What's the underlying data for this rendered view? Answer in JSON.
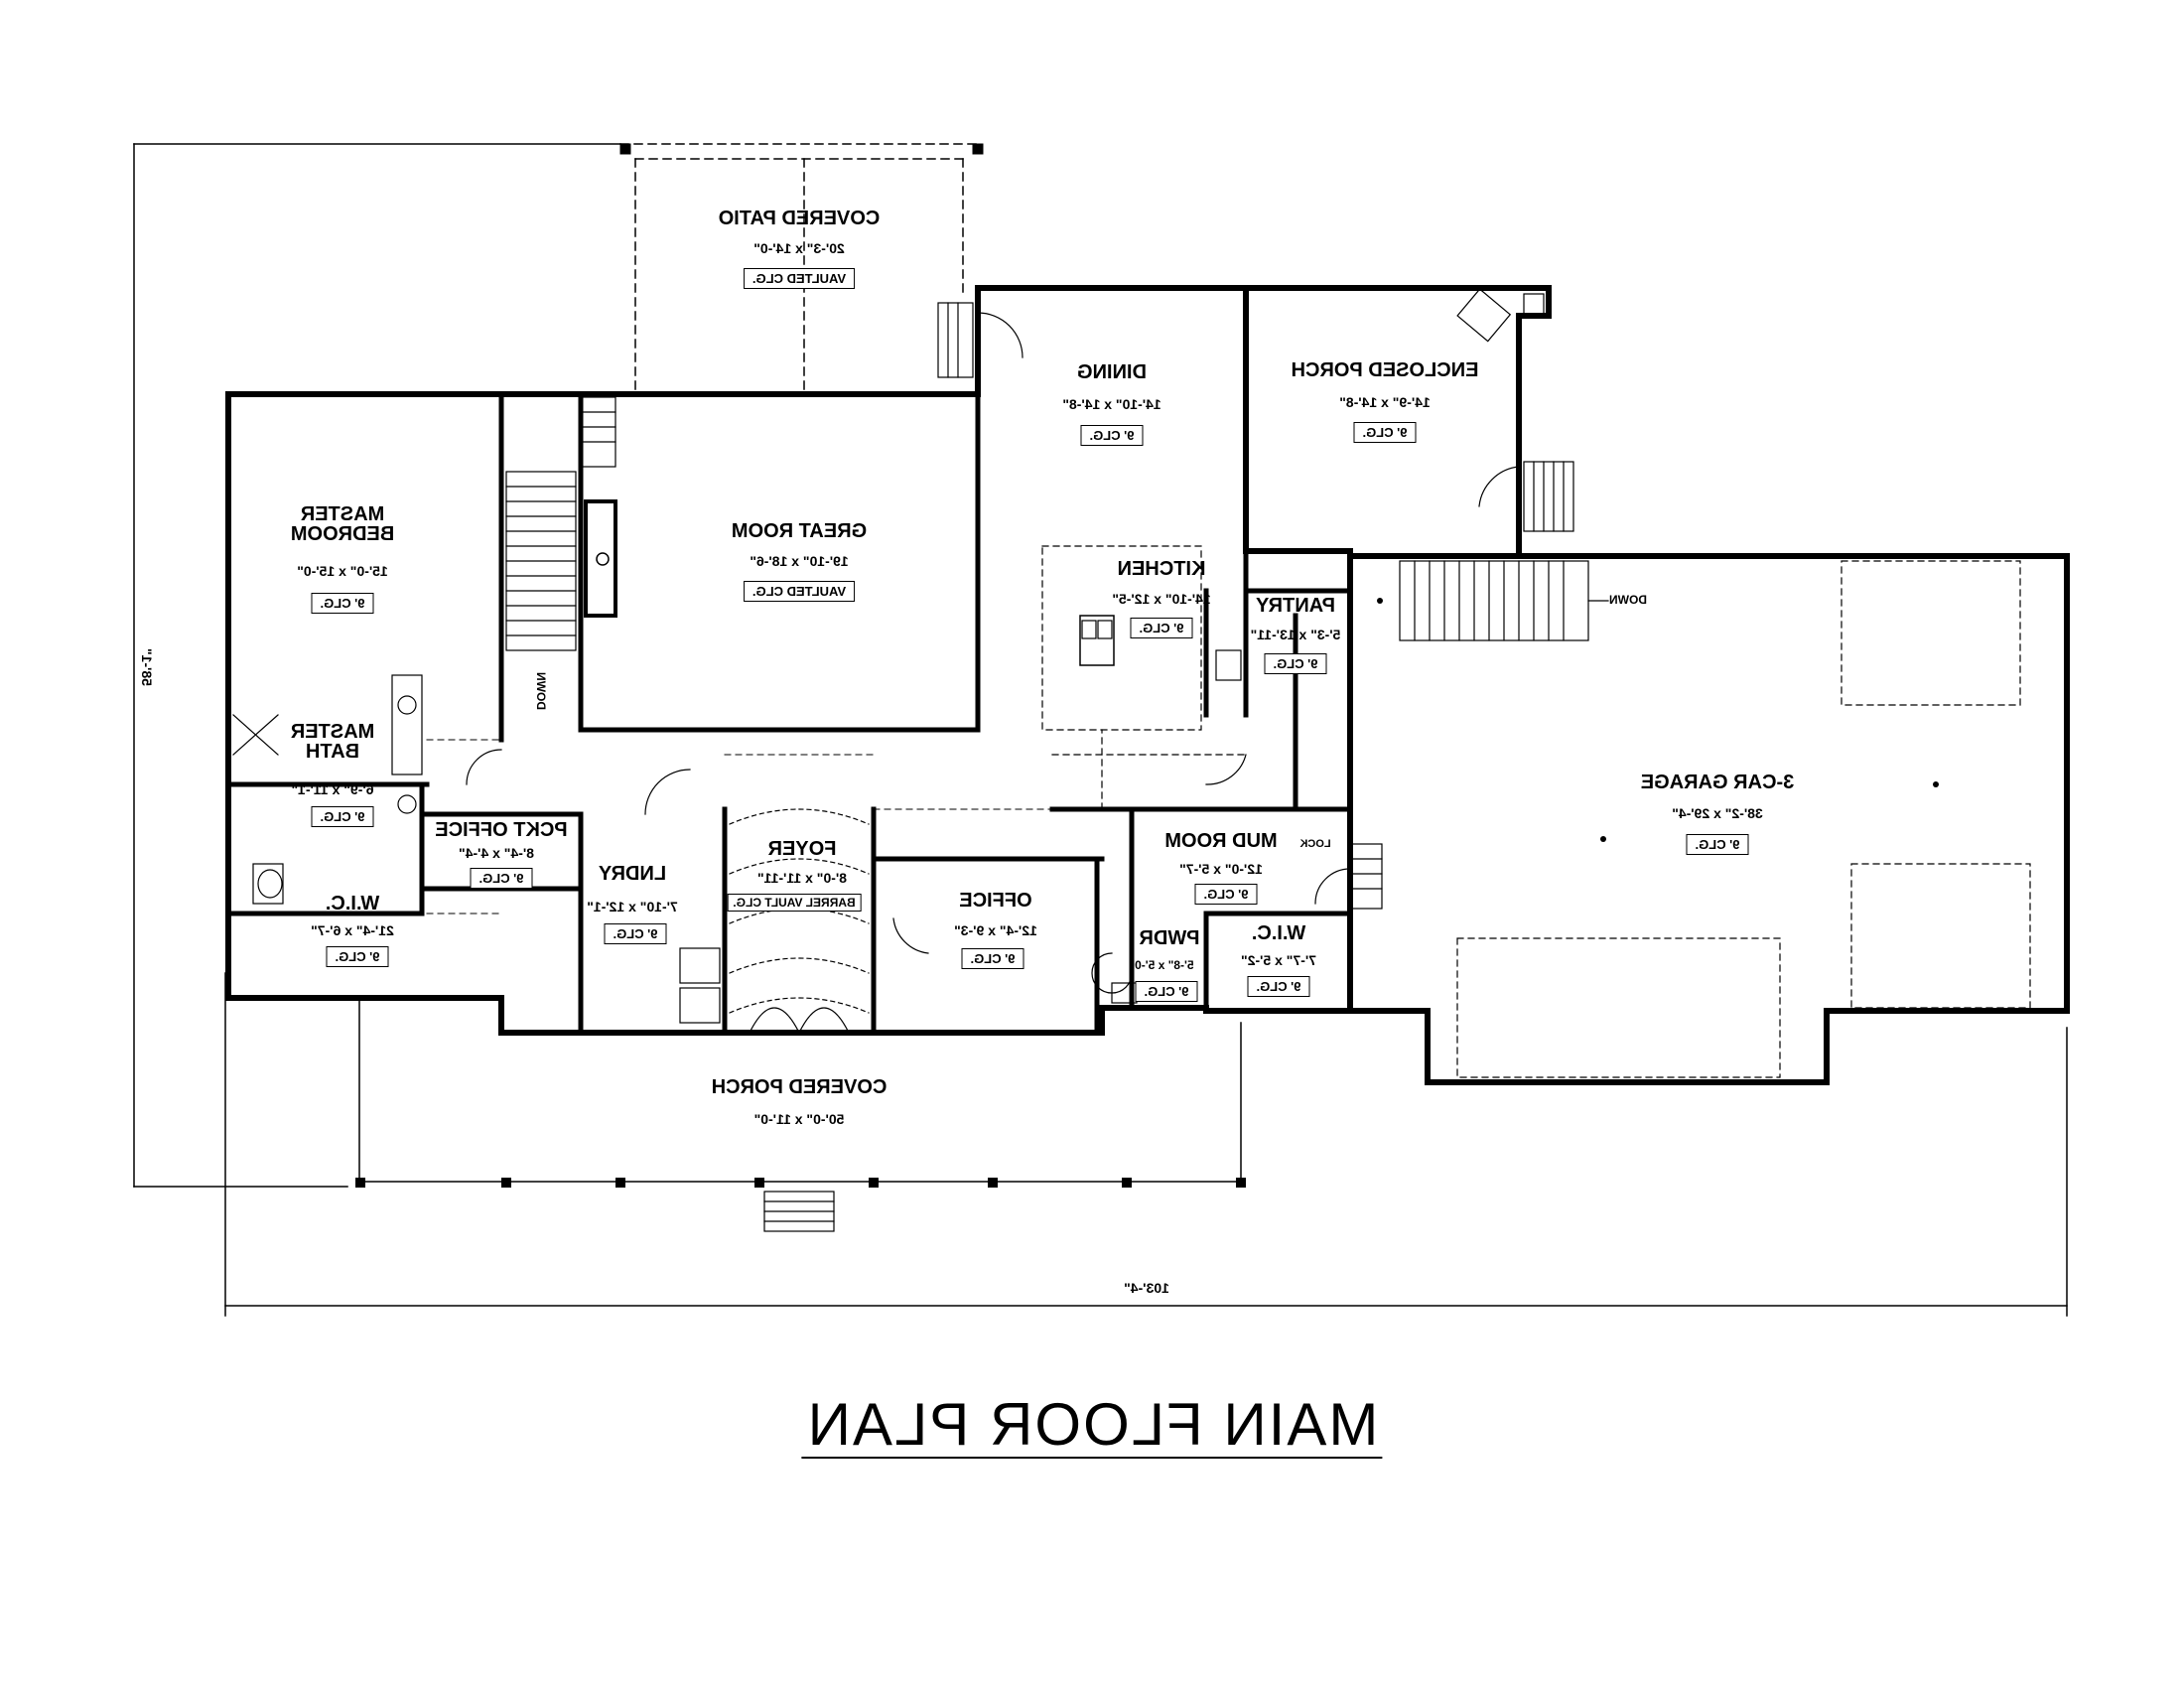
{
  "title": "MAIN FLOOR PLAN",
  "dimensions": {
    "overall_width": "103'-4\"",
    "overall_depth": "58'-1\""
  },
  "rooms": {
    "covered_patio": {
      "name": "COVERED PATIO",
      "size": "20'-3\" x 14'-0\"",
      "ceiling": "VAULTED CLG."
    },
    "dining": {
      "name": "DINING",
      "size": "14'-10\" x 14'-8\"",
      "ceiling": "9' CLG."
    },
    "enclosed_porch": {
      "name": "ENCLOSED PORCH",
      "size": "14'-9\" x 14'-8\"",
      "ceiling": "9' CLG."
    },
    "master_bedroom": {
      "name": "MASTER BEDROOM",
      "size": "15'-0\" x 15'-0\"",
      "ceiling": "9' CLG."
    },
    "great_room": {
      "name": "GREAT ROOM",
      "size": "19'-10\" x 18'-6\"",
      "ceiling": "VAULTED CLG."
    },
    "kitchen": {
      "name": "KITCHEN",
      "size": "14'-10\" x 12'-5\"",
      "ceiling": "9' CLG."
    },
    "pantry": {
      "name": "PANTRY",
      "size": "5'-3\" x 13'-11\"",
      "ceiling": "9' CLG."
    },
    "master_bath": {
      "name": "MASTER BATH",
      "size": "6'-9\" x 11'-1\"",
      "ceiling": "9' CLG."
    },
    "garage": {
      "name": "3-CAR GARAGE",
      "size": "38'-2\" x 29'-4\"",
      "ceiling": "9' CLG."
    },
    "pckt_office": {
      "name": "PCKT OFFICE",
      "size": "8'-4\" x 4'-4\"",
      "ceiling": "9' CLG."
    },
    "foyer": {
      "name": "FOYER",
      "size": "8'-0\" x 11'-11\"",
      "ceiling": "BARREL VAULT CLG."
    },
    "lndry": {
      "name": "LNDRY",
      "size": "7'-10\" x 12'-1\"",
      "ceiling": "9' CLG."
    },
    "mud_room": {
      "name": "MUD ROOM",
      "size": "12'-0\" x 5'-7\"",
      "ceiling": "9' CLG."
    },
    "office": {
      "name": "OFFICE",
      "size": "12'-4\" x 9'-3\"",
      "ceiling": "9' CLG."
    },
    "wic_master": {
      "name": "W.I.C.",
      "size": "21'-4\" x 6'-7\"",
      "ceiling": "9' CLG."
    },
    "pwdr": {
      "name": "PWDR",
      "size": "5'-8\" x 5'-0\"",
      "ceiling": "9' CLG."
    },
    "wic_mud": {
      "name": "W.I.C.",
      "size": "7'-7\" x 5'-2\"",
      "ceiling": "9' CLG."
    },
    "covered_porch": {
      "name": "COVERED PORCH",
      "size": "50'-0\" x 11'-0\""
    }
  },
  "notes": {
    "stair_down_great": "DOWN",
    "stair_down_garage": "DOWN",
    "lock": "LOCK"
  }
}
